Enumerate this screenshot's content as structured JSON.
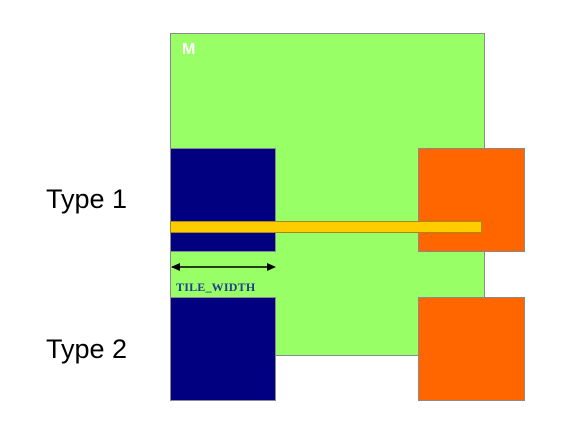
{
  "matrix": {
    "label": "M",
    "color": "#99ff66"
  },
  "rows": [
    {
      "label": "Type 1"
    },
    {
      "label": "Type 2"
    }
  ],
  "colors": {
    "tile_blue": "#000080",
    "tile_orange": "#ff6600",
    "bar_yellow": "#ffcc00",
    "dimension_text": "#1f3f8f",
    "arrow": "#000000"
  },
  "dimension": {
    "label": "TILE_WIDTH"
  }
}
